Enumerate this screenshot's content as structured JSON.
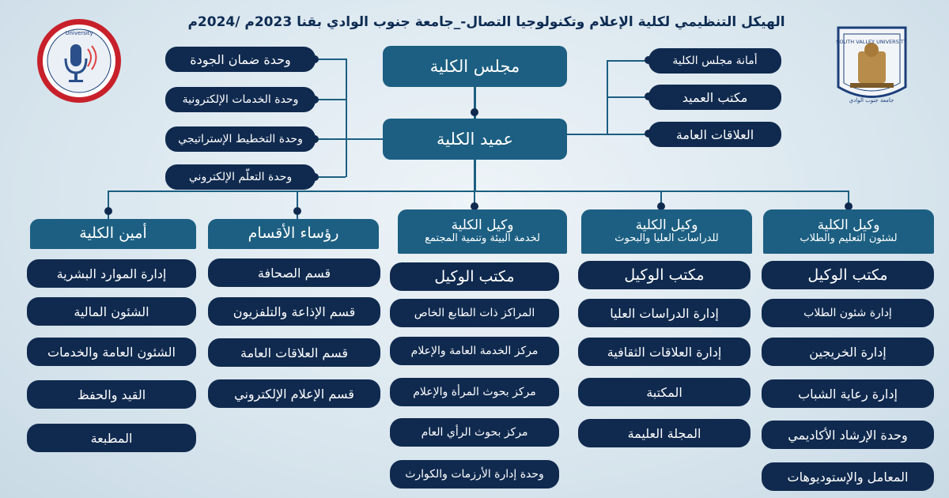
{
  "title": "الهيكل التنظيمي لكلية الإعلام وتكنولوجيا التصال-_جامعة جنوب الوادي بقنا 2023م /2024م",
  "top": {
    "council": "مجلس الكلية",
    "dean": "عميد الكلية"
  },
  "right_units": [
    "أمانة مجلس الكلية",
    "مكتب العميد",
    "العلاقات العامة"
  ],
  "left_units": [
    "وحدة ضمان الجودة",
    "وحدة الخدمات الإلكترونية",
    "وحدة التخطيط الإستراتيجي",
    "وحدة التعلّم الإلكتروني"
  ],
  "columns": [
    {
      "head_line1": "وكيل الكلية",
      "head_line2": "لشئون التعليم والطلاب",
      "items": [
        "مكتب الوكيل",
        "إدارة شئون الطلاب",
        "إدارة الخريجين",
        "إدارة رعاية الشباب",
        "وحدة الإرشاد الأكاديمي",
        "المعامل والإستوديوهات"
      ]
    },
    {
      "head_line1": "وكيل الكلية",
      "head_line2": "للدراسات العليا والبحوث",
      "items": [
        "مكتب الوكيل",
        "إدارة الدراسات العليا",
        "إدارة العلاقات الثقافية",
        "المكتبة",
        "المجلة العليمة"
      ]
    },
    {
      "head_line1": "وكيل الكلية",
      "head_line2": "لخدمة البيئة وتنمية المجتمع",
      "items": [
        "مكتب الوكيل",
        "المراكز ذات الطابع الخاص",
        "مركز الخدمة العامة والإعلام",
        "مركز بحوث المرأة والإعلام",
        "مركز بحوث الرأي العام",
        "وحدة إدارة الأرزمات والكوارث"
      ]
    },
    {
      "head_line1": "رؤساء الأقسام",
      "head_line2": "",
      "items": [
        "قسم الصحافة",
        "قسم الإذاعة والتلفزيون",
        "قسم العلاقات العامة",
        "قسم الإعلام الإلكتروني"
      ]
    },
    {
      "head_line1": "أمين الكلية",
      "head_line2": "",
      "items": [
        "إدارة الموارد البشرية",
        "الشئون المالية",
        "الشئون العامة والخدمات",
        "القيد والحفظ",
        "المطبعة"
      ]
    }
  ],
  "logos": {
    "university_text": "SOUTH VALLEY UNIVERSITY",
    "university_arabic": "جامعة جنوب الوادي",
    "faculty_text": "University",
    "faculty_icon": "microphone-icon",
    "university_icon": "statue-icon"
  },
  "colors": {
    "navy": "#102a4f",
    "teal": "#1c5f82",
    "background": "#dde8ef",
    "seal_red": "#c8202a"
  }
}
